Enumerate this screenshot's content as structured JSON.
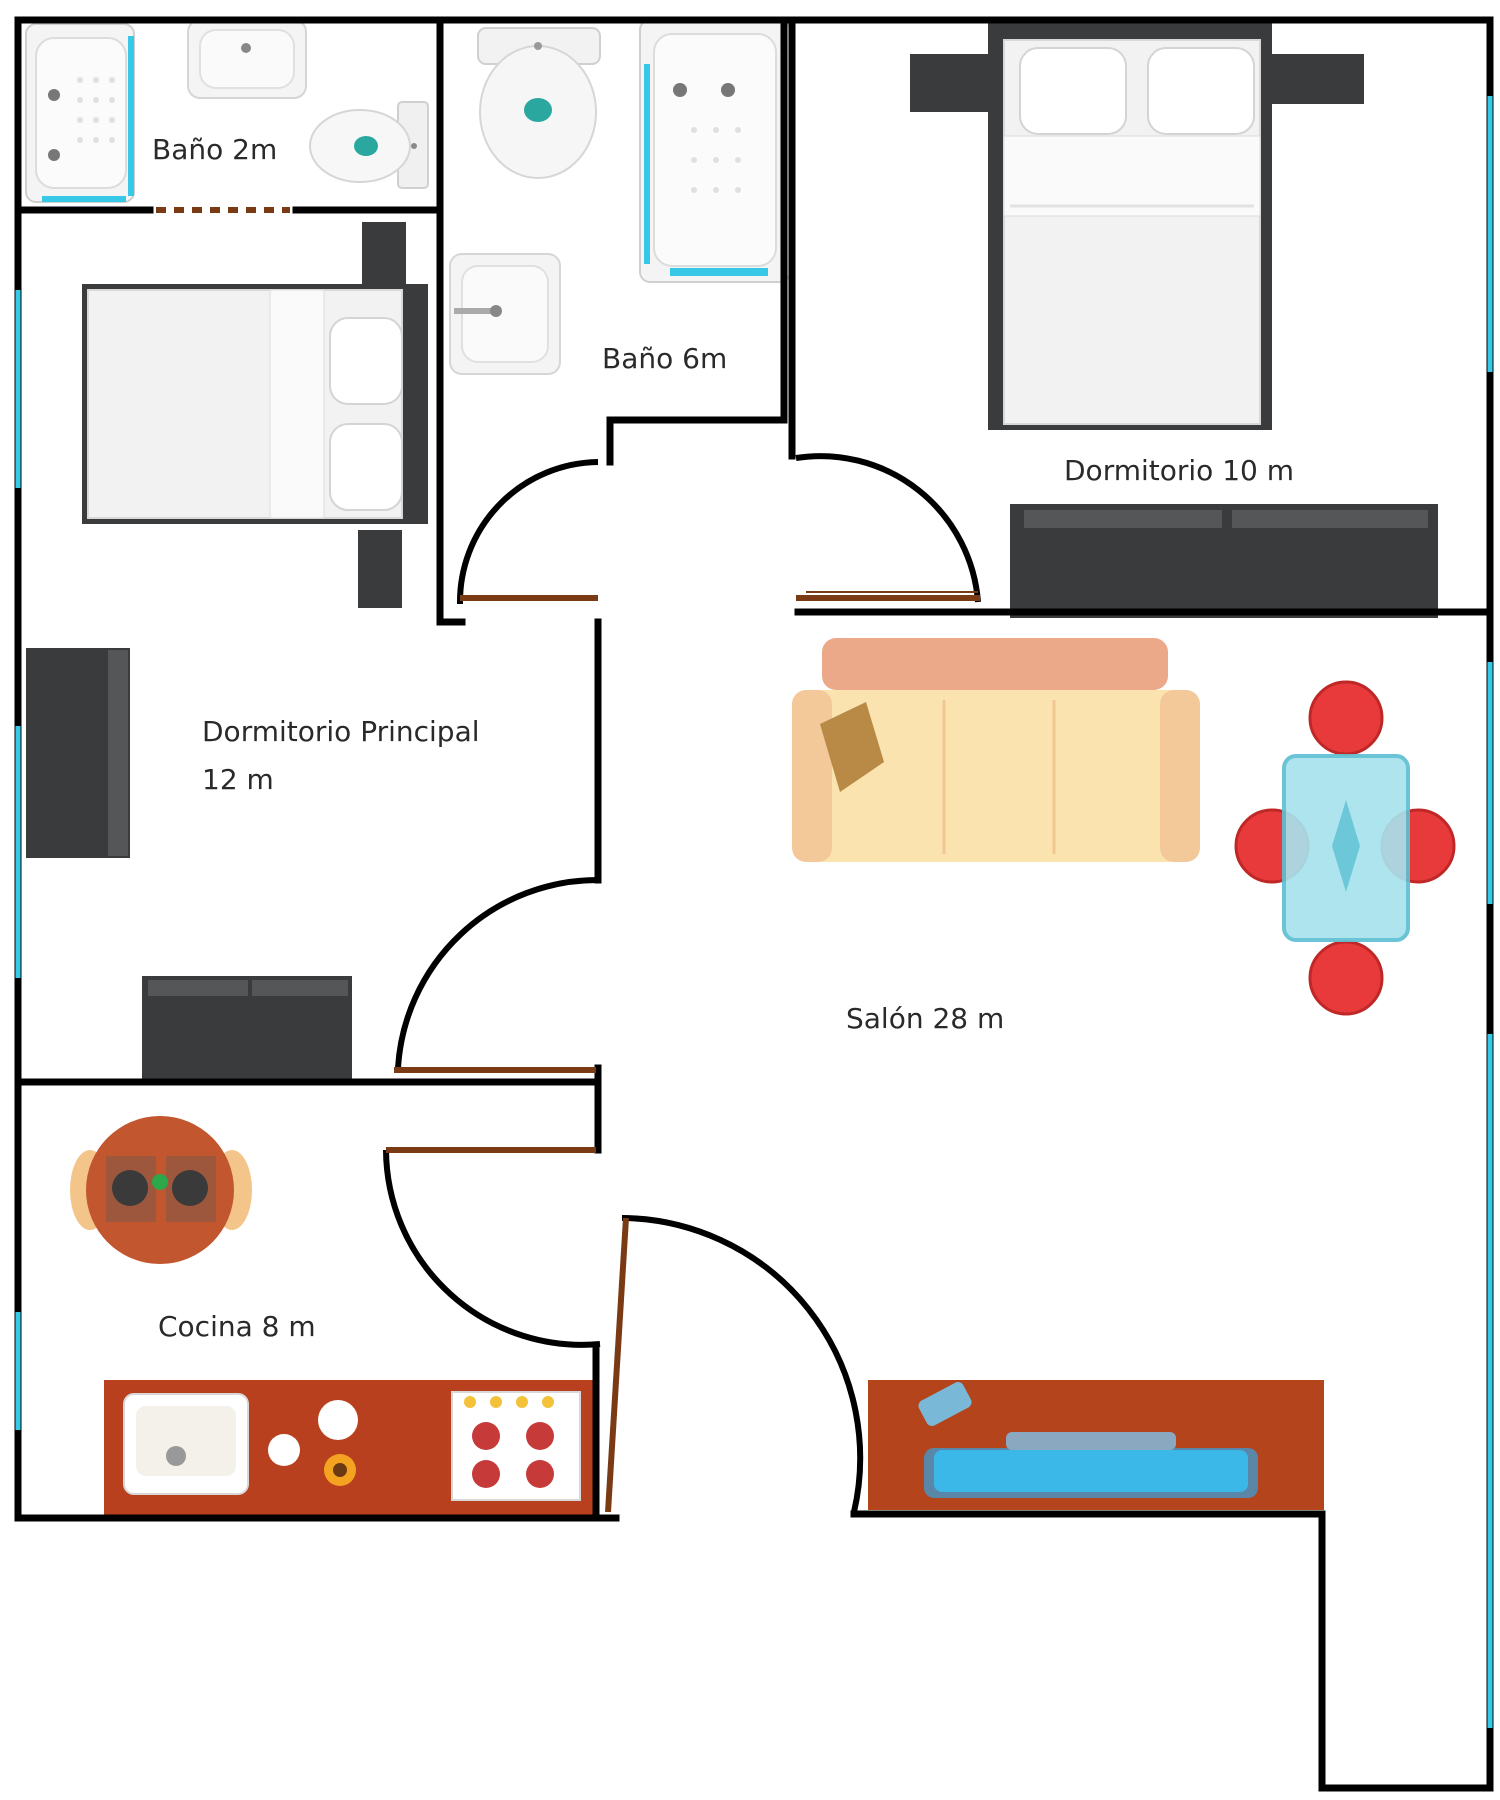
{
  "rooms": {
    "bano_2": {
      "label": "Baño 2m"
    },
    "bano_6": {
      "label": "Baño 6m"
    },
    "dormitorio_10": {
      "label": "Dormitorio 10 m"
    },
    "dormitorio_principal": {
      "label_line1": "Dormitorio Principal",
      "label_line2": "12 m"
    },
    "salon": {
      "label": "Salón 28 m"
    },
    "cocina": {
      "label": "Cocina 8 m"
    }
  },
  "colors": {
    "wall": "#000000",
    "window": "#36c8e6",
    "door": "#7a3a14",
    "furniture_dark": "#3a3b3d",
    "bed": "#f2f2f2",
    "sofa": "#fbe3b0",
    "sofa_back": "#eca98a",
    "chair": "#e83a3a",
    "table_glass": "#a8e2ec",
    "counter": "#b8401e",
    "tv_unit": "#b3441c",
    "screen": "#3bb8e8"
  }
}
